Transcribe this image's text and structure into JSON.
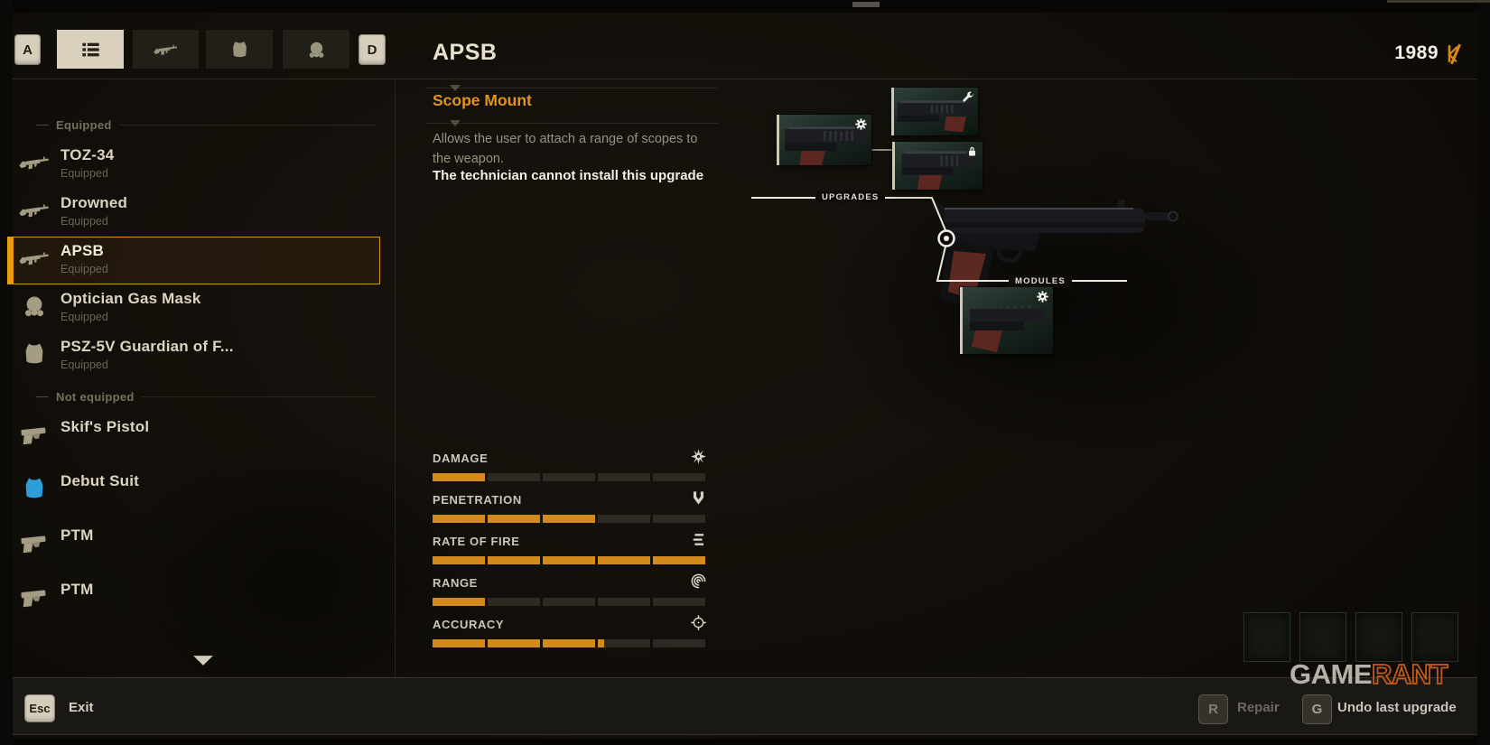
{
  "colors": {
    "accent_orange": "#d8891c",
    "selection_orange": "#eb9c10",
    "upgrade_name_orange": "#e2931c",
    "watermark_orange": "#bf5a1d",
    "debut_suit_blue": "#2d9ed8",
    "cream_text": "#e8e1ce"
  },
  "header": {
    "keycap_left": "A",
    "keycap_right": "D",
    "tabs": [
      {
        "icon": "list-icon",
        "active": true
      },
      {
        "icon": "rifle-icon",
        "active": false
      },
      {
        "icon": "vest-icon",
        "active": false
      },
      {
        "icon": "gasmask-icon",
        "active": false
      }
    ],
    "title": "APSB",
    "currency": {
      "amount": "1989",
      "icon": "koupon-icon"
    }
  },
  "sidebar": {
    "sections": [
      {
        "label": "Equipped",
        "items": [
          {
            "name": "TOZ-34",
            "sub": "Equipped",
            "icon": "rifle-icon",
            "selected": false
          },
          {
            "name": "Drowned",
            "sub": "Equipped",
            "icon": "rifle-icon",
            "selected": false
          },
          {
            "name": "APSB",
            "sub": "Equipped",
            "icon": "rifle-icon",
            "selected": true
          },
          {
            "name": "Optician Gas Mask",
            "sub": "Equipped",
            "icon": "gasmask-icon",
            "selected": false
          },
          {
            "name": "PSZ-5V Guardian of F...",
            "sub": "Equipped",
            "icon": "vest-icon",
            "selected": false
          }
        ]
      },
      {
        "label": "Not equipped",
        "items": [
          {
            "name": "Skif's Pistol",
            "sub": "",
            "icon": "pistol-icon",
            "selected": false
          },
          {
            "name": "Debut Suit",
            "sub": "",
            "icon": "vest-icon",
            "icon_color": "#2d9ed8",
            "selected": false
          },
          {
            "name": "PTM",
            "sub": "",
            "icon": "pistol-icon",
            "selected": false
          },
          {
            "name": "PTM",
            "sub": "",
            "icon": "pistol-icon",
            "selected": false
          }
        ]
      }
    ],
    "more_indicator": "chevron-down-icon"
  },
  "detail": {
    "upgrade_name": "Scope Mount",
    "description": "Allows the user to attach a range of scopes to the weapon.",
    "warning": "The technician cannot install this upgrade",
    "stats": [
      {
        "label": "DAMAGE",
        "icon": "burst-icon",
        "segments": 5,
        "filled": 1.0
      },
      {
        "label": "PENETRATION",
        "icon": "pierce-icon",
        "segments": 5,
        "filled": 3.0
      },
      {
        "label": "RATE OF FIRE",
        "icon": "bullets-icon",
        "segments": 5,
        "filled": 5.0
      },
      {
        "label": "RANGE",
        "icon": "range-icon",
        "segments": 5,
        "filled": 1.0
      },
      {
        "label": "ACCURACY",
        "icon": "crosshair-icon",
        "segments": 5,
        "filled": 3.12
      }
    ]
  },
  "tree": {
    "upgrades_label": "UPGRADES",
    "modules_label": "MODULES",
    "upgrade_nodes": [
      {
        "icon": "gear-icon"
      },
      {
        "icon": "wrench-icon"
      },
      {
        "icon": "lock-icon"
      }
    ],
    "module_nodes": [
      {
        "icon": "gear-icon"
      }
    ],
    "empty_slot_count": 4
  },
  "footer": {
    "exit_key": "Esc",
    "exit_label": "Exit",
    "repair_key": "R",
    "repair_label": "Repair",
    "undo_key": "G",
    "undo_label": "Undo last upgrade"
  },
  "watermark": {
    "bold": "GAME",
    "outline": "RANT"
  }
}
